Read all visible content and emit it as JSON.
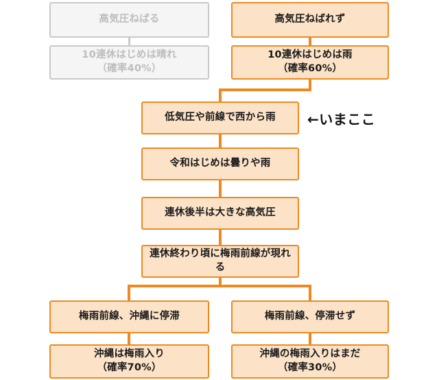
{
  "diagram": {
    "title_text": "",
    "colors": {
      "box_border": "#F0881F",
      "box_fill": "#FCE3C8",
      "box_text": "#1A1A1A",
      "dim_border": "#C9C9C9",
      "dim_fill": "#F5F5F5",
      "dim_text": "#BDBDBD",
      "connector": "#F0881F",
      "connector_dim": "#C9C9C9",
      "annotation_text": "#111111",
      "background": "#FFFFFF"
    },
    "nodes": {
      "high_pressure_persists": {
        "line1": "高気圧ねばる",
        "line2": "",
        "state": "inactive"
      },
      "golden_week_start_sunny": {
        "line1": "10連休はじめは晴れ",
        "line2": "（確率40%）",
        "state": "inactive"
      },
      "high_pressure_not_persist": {
        "line1": "高気圧ねばれず",
        "line2": "",
        "state": "active"
      },
      "golden_week_start_rain": {
        "line1": "10連休はじめは雨",
        "line2": "（確率60%）",
        "state": "active"
      },
      "low_pressure_rain_from_west": {
        "line1": "低気圧や前線で西から雨",
        "line2": "",
        "state": "active"
      },
      "reiwa_start_cloudy_rain": {
        "line1": "令和はじめは曇りや雨",
        "line2": "",
        "state": "active"
      },
      "late_holiday_high_pressure": {
        "line1": "連休後半は大きな高気圧",
        "line2": "",
        "state": "active"
      },
      "baiu_front_appears": {
        "line1": "連休終わり頃に梅雨前線が現れる",
        "line2": "",
        "state": "active"
      },
      "baiu_front_stalls_okinawa": {
        "line1": "梅雨前線、沖縄に停滞",
        "line2": "",
        "state": "active"
      },
      "baiu_front_no_stall": {
        "line1": "梅雨前線、停滞せず",
        "line2": "",
        "state": "active"
      },
      "okinawa_rainy_season_start": {
        "line1": "沖縄は梅雨入り",
        "line2": "（確率70%）",
        "state": "active"
      },
      "okinawa_rainy_season_not_yet": {
        "line1": "沖縄の梅雨入りはまだ",
        "line2": "（確率30%）",
        "state": "active"
      }
    },
    "annotation": {
      "you_are_here": "←いまここ"
    }
  }
}
